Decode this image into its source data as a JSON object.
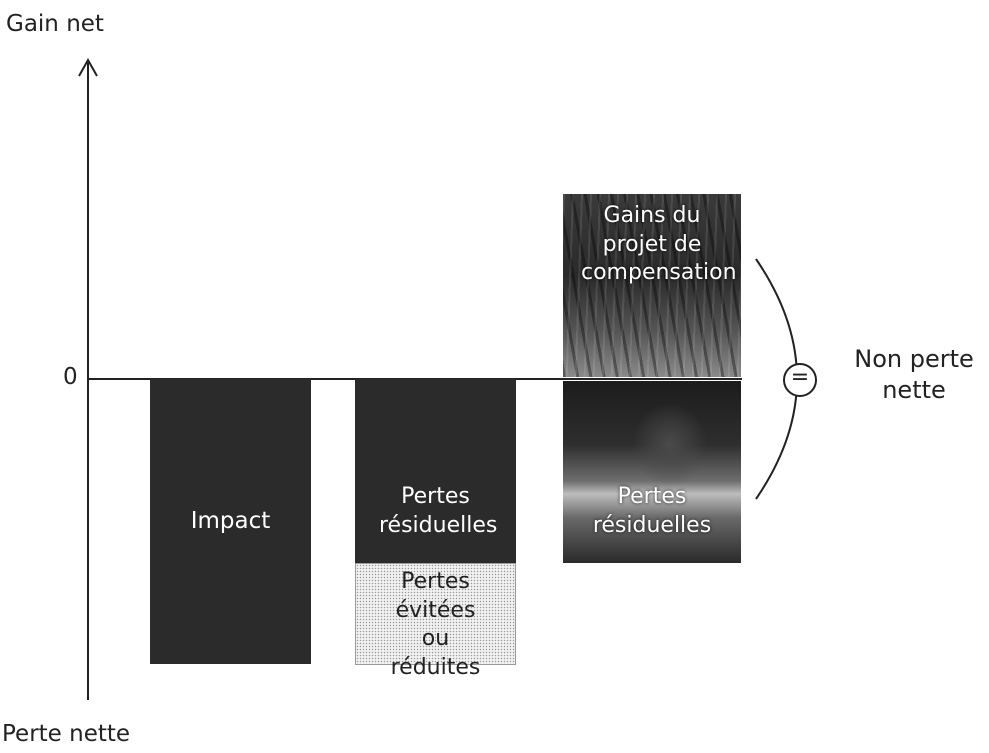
{
  "axis": {
    "top_label": "Gain net",
    "bottom_label": "Perte nette",
    "zero_label": "0"
  },
  "bars": {
    "impact": "Impact",
    "residual_losses": "Pertes résiduelles",
    "avoided_losses": "Pertes évitées ou réduites",
    "offset_gains": "Gains du projet de compensation",
    "offset_residual_losses": "Pertes résiduelles"
  },
  "result": {
    "symbol": "=",
    "label": "Non perte nette"
  },
  "colors": {
    "bar_dark": "#2b2b2b",
    "axis": "#222222"
  }
}
